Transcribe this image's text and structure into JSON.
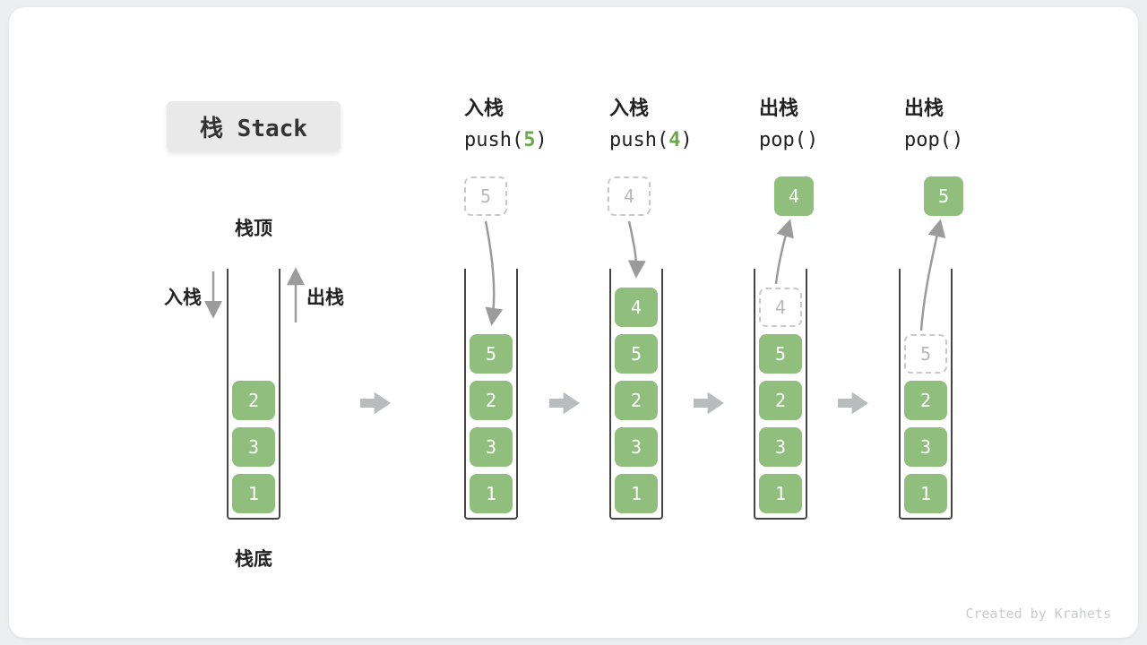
{
  "badge": {
    "label": "栈 Stack"
  },
  "watermark": "Created by Krahets",
  "colors": {
    "cell_green": "#8fbe7d",
    "call_arg_green": "#6aa84f",
    "curve_arrow_gray": "#9b9b9b",
    "block_arrow_gray": "#b8bcbc",
    "ghost_gray": "#c9c9c9",
    "badge_bg": "#e9e9e9"
  },
  "initial_stack": {
    "top_label": "栈顶",
    "bottom_label": "栈底",
    "push_label": "入栈",
    "pop_label": "出栈",
    "cells": [
      "2",
      "3",
      "1"
    ]
  },
  "steps": [
    {
      "op_name": "入栈",
      "call_pre": "push(",
      "call_arg": "5",
      "call_post": ")",
      "float_value": "5",
      "cells": [
        "5",
        "2",
        "3",
        "1"
      ]
    },
    {
      "op_name": "入栈",
      "call_pre": "push(",
      "call_arg": "4",
      "call_post": ")",
      "float_value": "4",
      "cells": [
        "4",
        "5",
        "2",
        "3",
        "1"
      ]
    },
    {
      "op_name": "出栈",
      "call_pre": "pop(",
      "call_arg": "",
      "call_post": ")",
      "float_value": "4",
      "ghost_value": "4",
      "cells": [
        "5",
        "2",
        "3",
        "1"
      ]
    },
    {
      "op_name": "出栈",
      "call_pre": "pop(",
      "call_arg": "",
      "call_post": ")",
      "float_value": "5",
      "ghost_value": "5",
      "cells": [
        "2",
        "3",
        "1"
      ]
    }
  ]
}
